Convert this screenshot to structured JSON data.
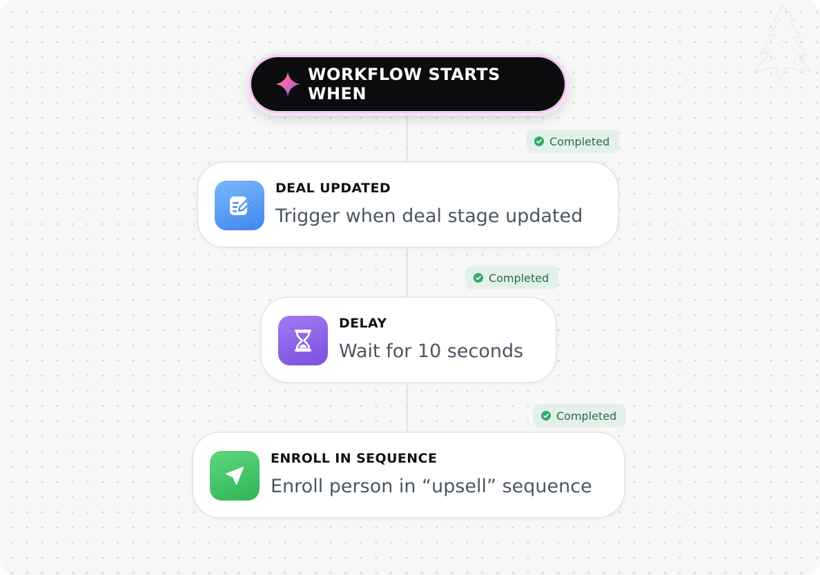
{
  "start": {
    "label": "WORKFLOW STARTS WHEN",
    "icon": "sparkle-icon"
  },
  "steps": [
    {
      "title": "DEAL UPDATED",
      "description": "Trigger when deal stage updated",
      "status": "Completed",
      "icon": "edit-document-icon",
      "icon_color": "#4a90f0"
    },
    {
      "title": "DELAY",
      "description": "Wait for 10 seconds",
      "status": "Completed",
      "icon": "hourglass-icon",
      "icon_color": "#8a5fe8"
    },
    {
      "title": "ENROLL IN SEQUENCE",
      "description": "Enroll person in “upsell” sequence",
      "status": "Completed",
      "icon": "send-arrow-icon",
      "icon_color": "#3cc463"
    }
  ],
  "colors": {
    "status_bg": "#e4f1ea",
    "status_text": "#2a6a45",
    "status_icon": "#34a865"
  }
}
